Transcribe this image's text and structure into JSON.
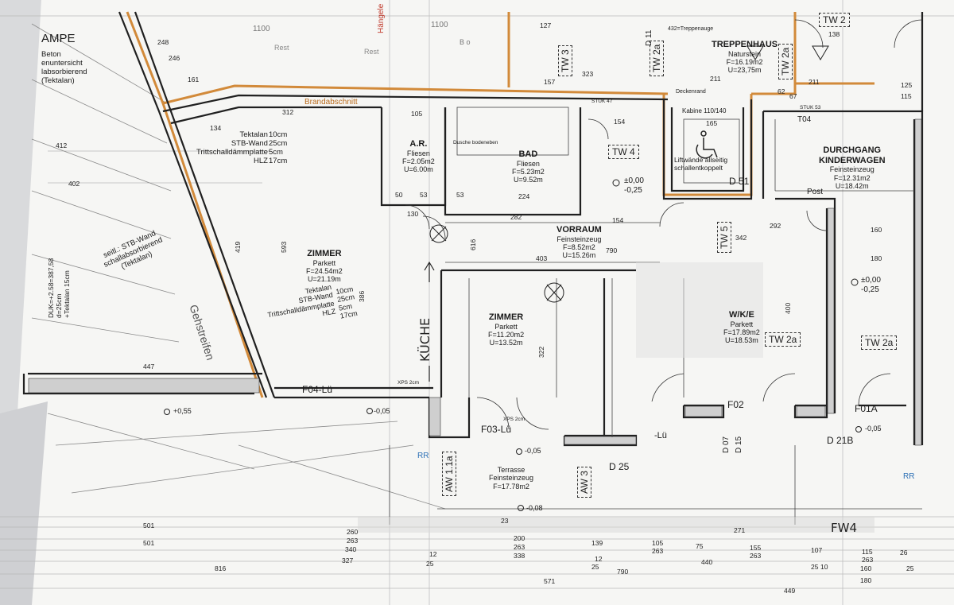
{
  "rooms": {
    "zimmer1": {
      "name": "ZIMMER",
      "floor": "Parkett",
      "area": "F=24.54m2",
      "perimeter": "U=21.19m"
    },
    "ar": {
      "name": "A.R.",
      "floor": "Fliesen",
      "area": "F=2.05m2",
      "perimeter": "U=6.00m"
    },
    "bad": {
      "name": "BAD",
      "floor": "Fliesen",
      "area": "F=5.23m2",
      "perimeter": "U=9.52m"
    },
    "vorraum": {
      "name": "VORRAUM",
      "floor": "Feinsteinzeug",
      "area": "F=8.52m2",
      "perimeter": "U=15.26m"
    },
    "zimmer2": {
      "name": "ZIMMER",
      "floor": "Parkett",
      "area": "F=11.20m2",
      "perimeter": "U=13.52m"
    },
    "wke": {
      "name": "W/K/E",
      "floor": "Parkett",
      "area": "F=17.89m2",
      "perimeter": "U=18.53m"
    },
    "treppenhaus": {
      "name": "TREPPENHAUS",
      "floor": "Naturstein",
      "area": "F=16.19m2",
      "perimeter": "U=23,75m"
    },
    "durchgang": {
      "name": "DURCHGANG",
      "name2": "KINDERWAGEN",
      "floor": "Feinsteinzeug",
      "area": "F=12.31m2",
      "perimeter": "U=18.42m"
    },
    "terrasse": {
      "name": "Terrasse",
      "floor": "Feinsteinzeug",
      "area": "F=17.78m2"
    }
  },
  "tags": {
    "tw3": "TW 3",
    "tw2a_top": "TW 2a",
    "tw2a_th": "TW 2a",
    "tw2": "TW 2",
    "tw4": "TW 4",
    "tw5": "TW 5",
    "tw2a_mid": "TW 2a",
    "tw2a_right": "TW 2a",
    "aw11a": "AW 1.1a",
    "aw3": "AW 3"
  },
  "wall_notes": {
    "left": [
      "Tektalan",
      "STB-Wand",
      "Trittschalldämmplatte",
      "HLZ"
    ],
    "left_vals": [
      "10cm",
      "25cm",
      "5cm",
      "17cm"
    ],
    "mid": [
      "Tektalan",
      "STB-Wand",
      "Trittschalldämmplatte",
      "HLZ"
    ],
    "mid_vals": [
      "10cm",
      "25cm",
      "5cm",
      "17cm"
    ],
    "seitl": "seitl.: STB-Wand",
    "seitl2": "schallabsorbierend",
    "seitl3": "(Tektalan)",
    "rampe": "AMPE",
    "beton": "Beton",
    "untersicht1": "enuntersicht",
    "untersicht2": "labsorbierend",
    "untersicht3": "(Tektalan)",
    "gehstreifen": "Gehstreifen",
    "brandabschnitt": "Brandabschnitt",
    "lift1": "Liftwände allseitig",
    "lift2": "schallentkoppelt",
    "kabine": "Kabine 110/140",
    "deckenrand": "Deckenrand",
    "post": "Post",
    "rest1": "Rest",
    "rest2": "Rest",
    "hangeleiste": "Hängele",
    "duke": "DUK=+2.58=387,58",
    "duke2": "d=25cm",
    "duke3": "+Tektalan 15cm",
    "bo": "B o",
    "dusche": "Dusche bodeneben"
  },
  "levels": {
    "l1": "±0,00",
    "l1b": "-0,25",
    "l2": "±0,00",
    "l2b": "-0,25",
    "l3": "+0,55",
    "l4": "-0,05",
    "l5": "-0,05",
    "l6": "-0,08",
    "l7": "-0,05"
  },
  "markers": {
    "f04": "F04-Lü",
    "f03": "F03-Lü",
    "f02": "F02",
    "f01a": "F01A",
    "lu": "-Lü",
    "d25": "D 25",
    "d51": "D 51",
    "d21b": "D 21B",
    "d07": "D 07",
    "d15": "D 15",
    "d11": "D 11",
    "rr1": "RR",
    "rr2": "RR",
    "t04": "T04",
    "stuk47": "STUK 47",
    "stuk53": "STUK 53",
    "xps": "XPS 2cm",
    "xps2": "XPS 2cm",
    "kuche": "KÜCHE",
    "fw": "FW4"
  },
  "dims": {
    "d1100a": "1100",
    "d1100b": "1100",
    "d127": "127",
    "d432": "432=Treppenauge",
    "d138": "138",
    "d323": "323",
    "d157": "157",
    "d211a": "211",
    "d211b": "211",
    "d62": "62",
    "d67": "67",
    "d125": "125",
    "d115": "115",
    "d154a": "154",
    "d154b": "154",
    "d282": "282",
    "d130": "130",
    "d224": "224",
    "d790a": "790",
    "d342": "342",
    "d292": "292",
    "d160a": "160",
    "d180a": "180",
    "d403": "403",
    "d312": "312",
    "d134": "134",
    "d412": "412",
    "d402": "402",
    "d447": "447",
    "d593": "593",
    "d419": "419",
    "d386": "386",
    "d322": "322",
    "d400": "400",
    "d616": "616",
    "d501a": "501",
    "d501b": "501",
    "d260": "260",
    "d263a": "263",
    "d340": "340",
    "d327": "327",
    "d200": "200",
    "d263b": "263",
    "d338": "338",
    "d139": "139",
    "d105": "105",
    "d263c": "263",
    "d75": "75",
    "d155": "155",
    "d263d": "263",
    "d107": "107",
    "d115b": "115",
    "d263e": "263",
    "d26": "26",
    "d25a": "25",
    "d10": "10",
    "d160b": "160",
    "d180b": "180",
    "d25b": "25",
    "d790b": "790",
    "d440": "440",
    "d571": "571",
    "d449": "449",
    "d271": "271",
    "d23": "23",
    "d816": "816",
    "d12a": "12",
    "d25c": "25",
    "d12b": "12",
    "d25d": "25",
    "d246": "246",
    "d161": "161",
    "d248": "248",
    "d105b": "105",
    "d53a": "53",
    "d53b": "53",
    "d50": "50",
    "d165": "165"
  }
}
